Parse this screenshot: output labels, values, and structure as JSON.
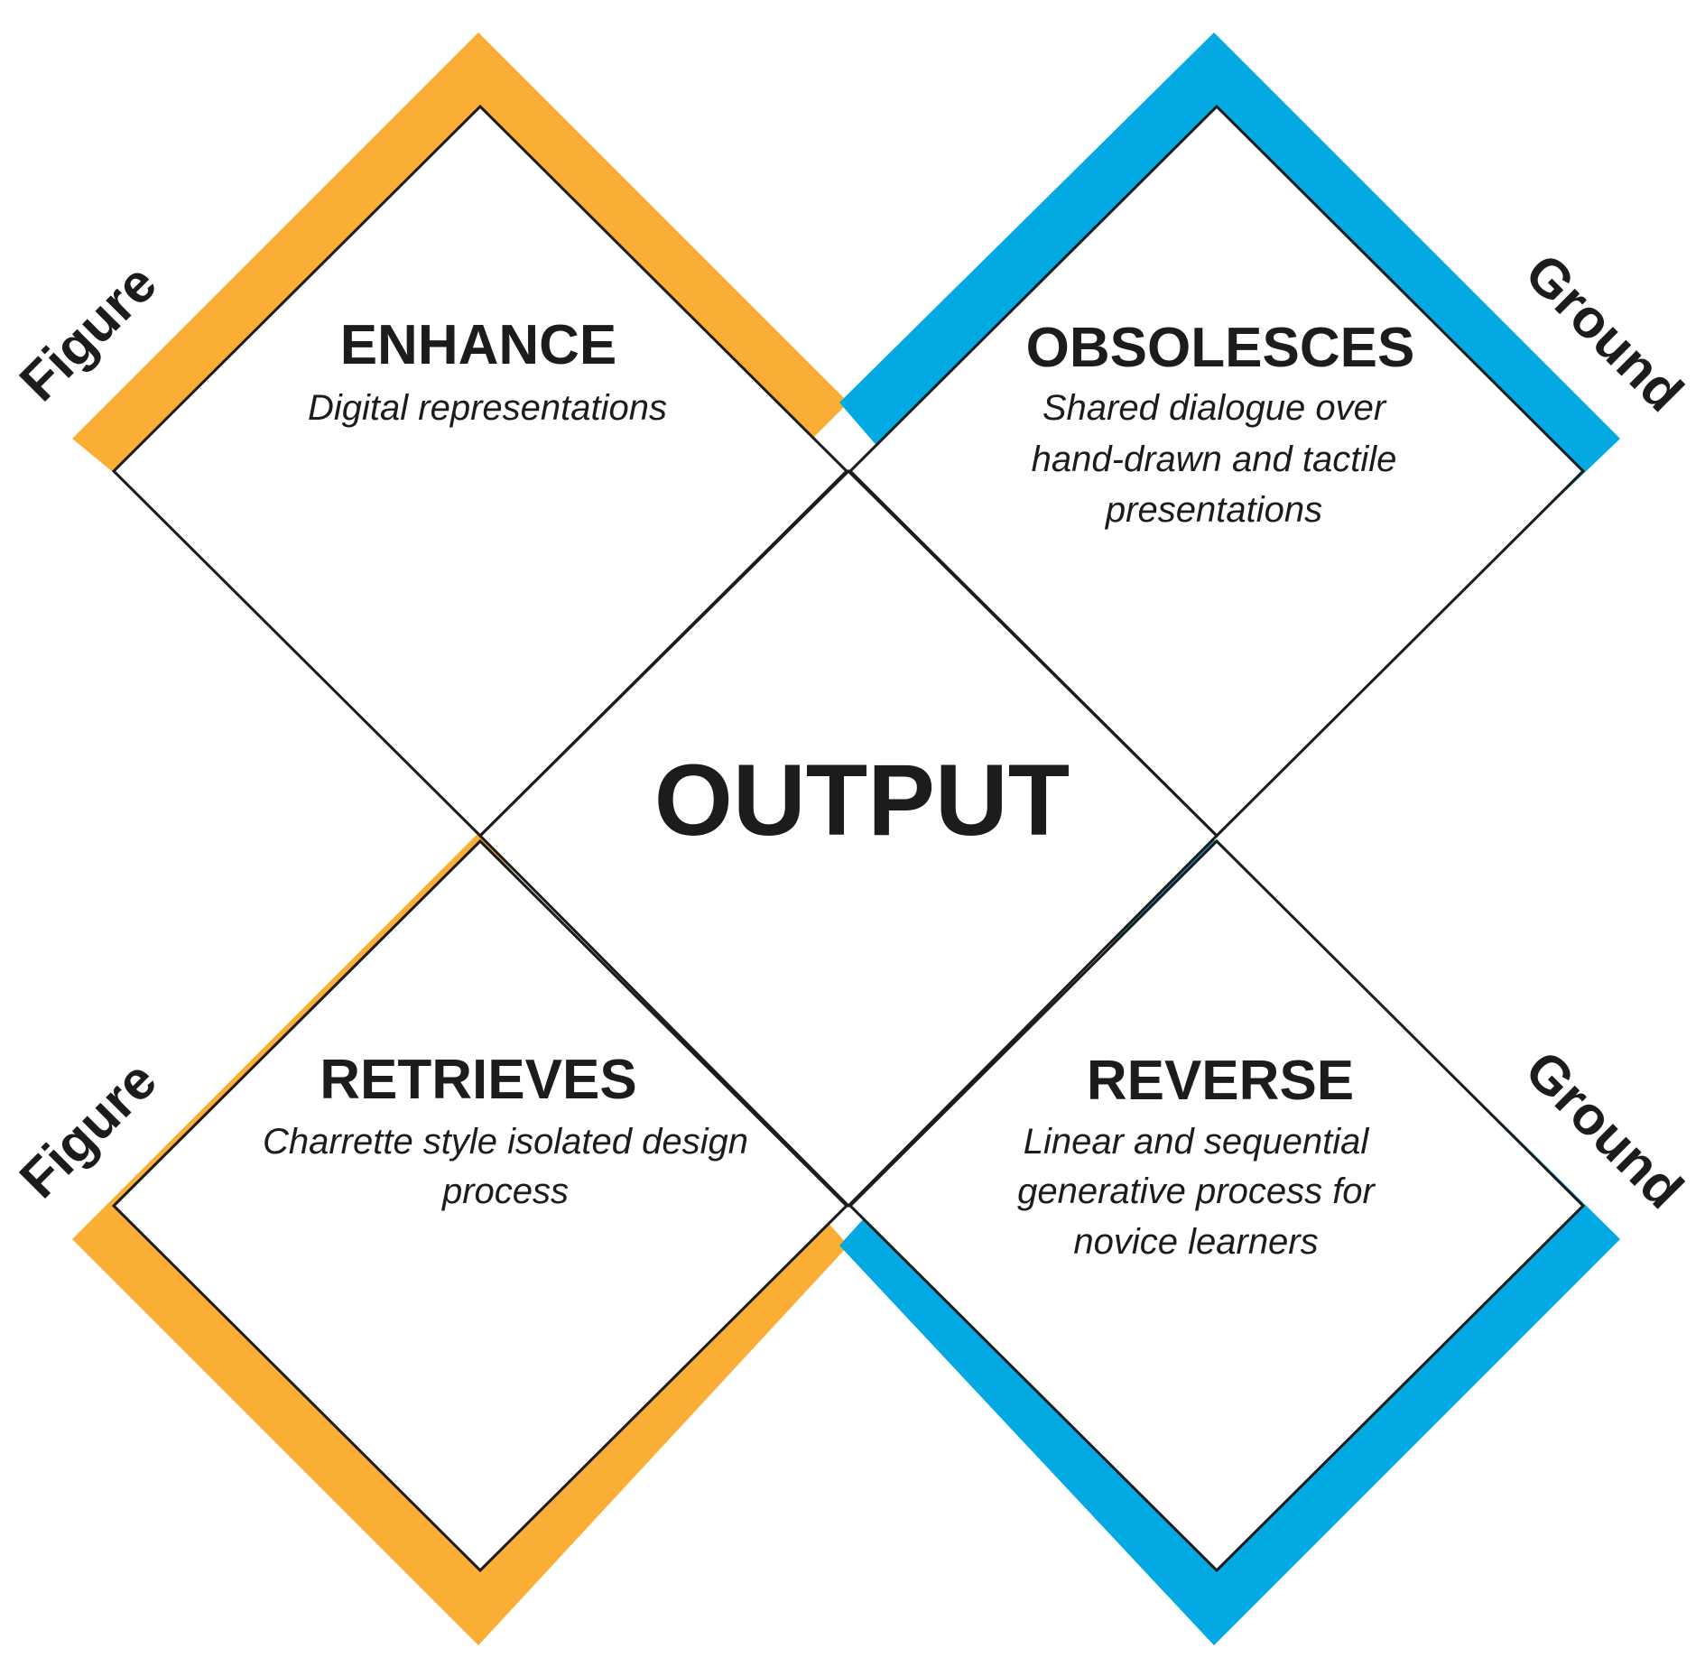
{
  "colors": {
    "figure": "#FBAE35",
    "ground": "#03A9E3",
    "outline": "#1c1c1c",
    "fill": "#ffffff",
    "text": "#1c1c1c"
  },
  "center_label": "OUTPUT",
  "quadrants": {
    "enhance": {
      "title": "ENHANCE",
      "description": [
        "Digital representations"
      ]
    },
    "obsolesces": {
      "title": "OBSOLESCES",
      "description": [
        "Shared dialogue over",
        "hand-drawn and tactile",
        "presentations"
      ]
    },
    "retrieves": {
      "title": "RETRIEVES",
      "description": [
        "Charrette style isolated design",
        "process"
      ]
    },
    "reverse": {
      "title": "REVERSE",
      "description": [
        "Linear and sequential",
        "generative process for",
        "novice learners"
      ]
    }
  },
  "side_labels": {
    "figure_top": "Figure",
    "figure_bottom": "Figure",
    "ground_top": "Ground",
    "ground_bottom": "Ground"
  }
}
